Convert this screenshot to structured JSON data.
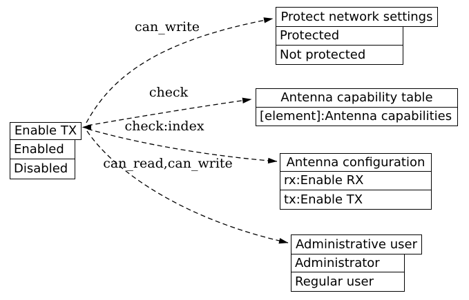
{
  "graph": {
    "background_color": "#ffffff",
    "line_color": "#000000",
    "text_color": "#000000",
    "nodes": [
      {
        "id": "enable-tx",
        "title": "Enable TX",
        "rows": [
          "Enabled",
          "Disabled"
        ]
      },
      {
        "id": "protect-network-settings",
        "title": "Protect network settings",
        "rows": [
          "Protected",
          "Not protected"
        ]
      },
      {
        "id": "antenna-capability-table",
        "title": "Antenna capability table",
        "rows": [
          "[element]:Antenna capabilities"
        ]
      },
      {
        "id": "antenna-configuration",
        "title": "Antenna configuration",
        "rows": [
          "rx:Enable RX",
          "tx:Enable TX"
        ]
      },
      {
        "id": "administrative-user",
        "title": "Administrative user",
        "rows": [
          "Administrator",
          "Regular user"
        ]
      }
    ],
    "edges": [
      {
        "from": "Enable TX",
        "to": "Protect network settings",
        "label": "can_write",
        "style": "dashed",
        "direction": "both"
      },
      {
        "from": "Enable TX",
        "to": "Antenna capability table",
        "label": "check",
        "style": "dashed",
        "direction": "both"
      },
      {
        "from": "Enable TX",
        "to": "Antenna configuration",
        "label": "check:index",
        "style": "dashed",
        "direction": "both"
      },
      {
        "from": "Enable TX",
        "to": "Administrative user",
        "label": "can_read,can_write",
        "style": "dashed",
        "direction": "both"
      }
    ]
  }
}
